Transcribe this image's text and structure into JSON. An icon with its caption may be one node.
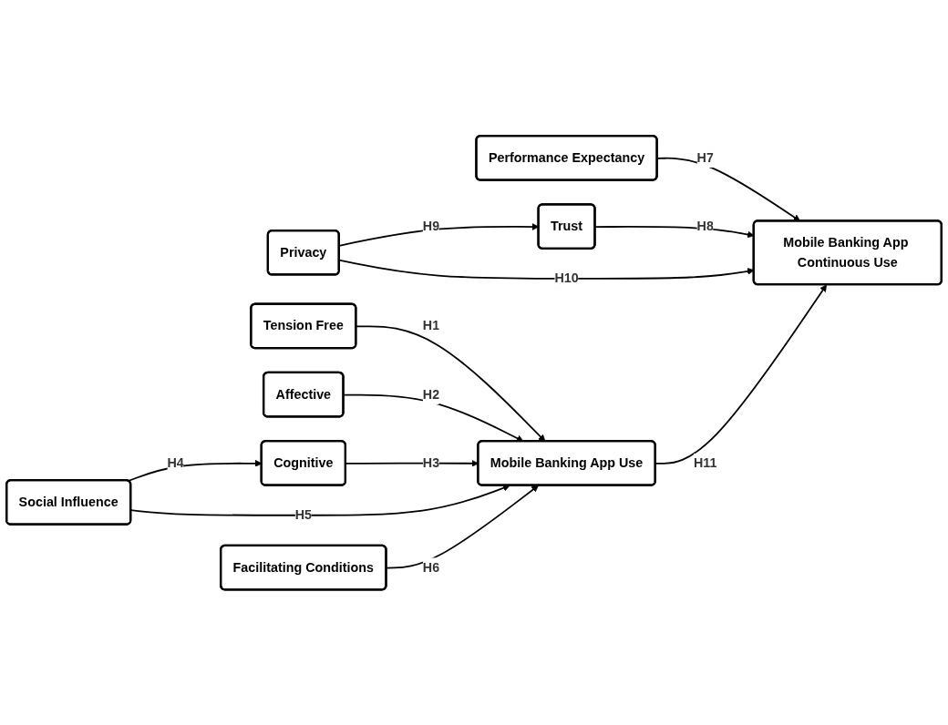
{
  "diagram": {
    "nodes": [
      {
        "text": [
          "Tension Free"
        ]
      },
      {
        "text": [
          "Affective"
        ]
      },
      {
        "text": [
          "Cognitive"
        ]
      },
      {
        "text": [
          "Social Influence"
        ]
      },
      {
        "text": [
          "Facilitating Conditions"
        ]
      },
      {
        "text": [
          "Performance Expectancy"
        ]
      },
      {
        "text": [
          "Trust"
        ]
      },
      {
        "text": [
          "Privacy"
        ]
      },
      {
        "text": [
          "Mobile Banking App Use"
        ]
      },
      {
        "text": [
          "Mobile Banking App Continuous Use"
        ]
      }
    ],
    "edges": [
      {
        "from": 0,
        "to": 8,
        "arrow": "to",
        "label": "H1"
      },
      {
        "from": 1,
        "to": 8,
        "arrow": "to",
        "label": "H2"
      },
      {
        "from": 2,
        "to": 8,
        "arrow": "to",
        "label": "H3"
      },
      {
        "from": 3,
        "to": 2,
        "arrow": "to",
        "label": "H4"
      },
      {
        "from": 3,
        "to": 8,
        "arrow": "to",
        "label": "H5"
      },
      {
        "from": 4,
        "to": 8,
        "arrow": "to",
        "label": "H6"
      },
      {
        "from": 5,
        "to": 9,
        "arrow": "to",
        "label": "H7"
      },
      {
        "from": 6,
        "to": 9,
        "arrow": "to",
        "label": "H8"
      },
      {
        "from": 7,
        "to": 6,
        "arrow": "to",
        "label": "H9"
      },
      {
        "from": 7,
        "to": 9,
        "arrow": "to",
        "label": "H10"
      },
      {
        "from": 8,
        "to": 9,
        "arrow": "to",
        "label": "H11"
      }
    ]
  }
}
